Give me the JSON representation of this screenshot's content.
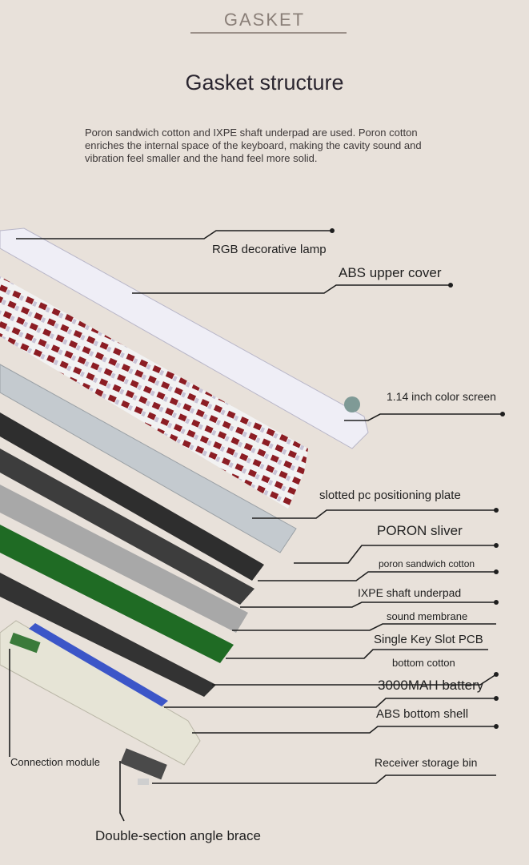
{
  "header": {
    "section_label": "GASKET"
  },
  "title": "Gasket structure",
  "description": "Poron sandwich cotton and IXPE shaft underpad are used. Poron cotton enriches the internal space of the keyboard, making the cavity sound and vibration feel smaller and the hand feel more solid.",
  "labels": {
    "rgb_lamp": "RGB decorative lamp",
    "abs_upper": "ABS upper cover",
    "screen": "1.14 inch color screen",
    "plate": "slotted pc positioning plate",
    "poron_sliver": "PORON sliver",
    "poron_sandwich": "poron sandwich cotton",
    "ixpe": "IXPE shaft underpad",
    "sound_membrane": "sound membrane",
    "pcb": "Single Key Slot PCB",
    "bottom_cotton": "bottom cotton",
    "battery": "3000MAH battery",
    "abs_bottom": "ABS bottom shell",
    "connection": "Connection module",
    "receiver": "Receiver storage bin",
    "brace": "Double-section angle brace"
  },
  "colors": {
    "background": "#e8e1da",
    "keycap_red": "#8c1d24",
    "pcb_green": "#1f6b24",
    "battery_blue": "#3c56c8",
    "plate_gray": "#b8bdc2",
    "cotton_dark": "#3a3a3a"
  }
}
